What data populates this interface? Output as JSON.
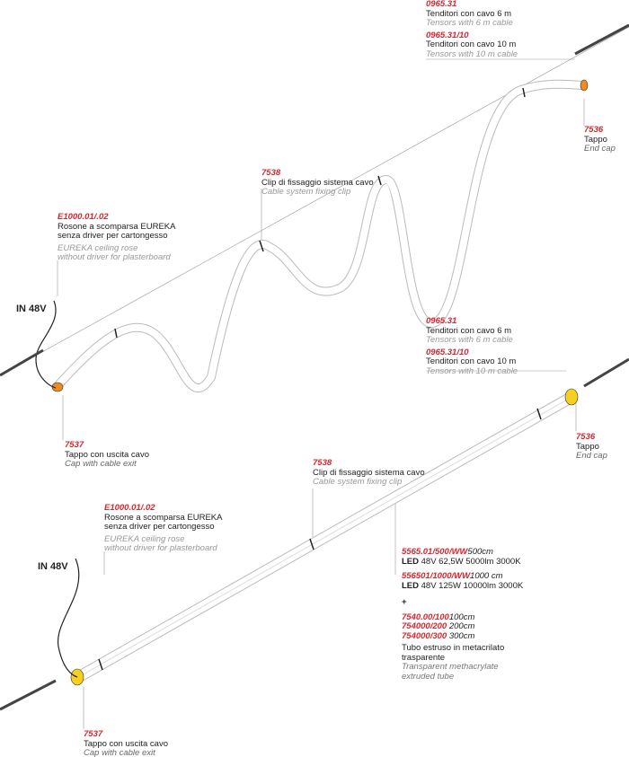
{
  "top": {
    "tensors": {
      "code1": "0965.31",
      "it1": "Tenditori con cavo 6 m",
      "en1": "Tensors with 6 m cable",
      "code2": "0965.31/10",
      "it2": "Tenditori con cavo 10 m",
      "en2": "Tensors with 10 m cable"
    },
    "endcap": {
      "code": "7536",
      "it": "Tappo",
      "en": "End cap"
    },
    "clip": {
      "code": "7538",
      "it": "Clip di fissaggio sistema cavo",
      "en": "Cable system fixing clip"
    },
    "rose": {
      "code": "E1000.01/.02",
      "it1": "Rosone a scomparsa EUREKA",
      "it2": "senza driver per cartongesso",
      "en1": "EUREKA ceiling rose",
      "en2": "without driver for plasterboard"
    },
    "input": "IN 48V",
    "cap_exit": {
      "code": "7537",
      "it": "Tappo con uscita cavo",
      "en": "Cap with cable exit"
    },
    "colors": {
      "cap": "#f08a24"
    }
  },
  "bottom": {
    "tensors": {
      "code1": "0965.31",
      "it1": "Tenditori con cavo 6 m",
      "en1": "Tensors with 6 m cable",
      "code2": "0965.31/10",
      "it2": "Tenditori con cavo 10 m",
      "en2": "Tensors with 10 m cable"
    },
    "endcap": {
      "code": "7536",
      "it": "Tappo",
      "en": "End cap"
    },
    "clip": {
      "code": "7538",
      "it": "Clip di fissaggio sistema cavo",
      "en": "Cable system fixing clip"
    },
    "rose": {
      "code": "E1000.01/.02",
      "it1": "Rosone a scomparsa EUREKA",
      "it2": "senza driver per cartongesso",
      "en1": "EUREKA ceiling rose",
      "en2": "without driver for plasterboard"
    },
    "input": "IN 48V",
    "cap_exit": {
      "code": "7537",
      "it": "Tappo con uscita cavo",
      "en": "Cap with cable exit"
    },
    "led": [
      {
        "code": "5565.01/500/WW",
        "len": "500cm",
        "led": "LED",
        "spec": "48V 62,5W 5000lm 3000K"
      },
      {
        "code": "556501/1000/WW",
        "len": "1000 cm",
        "led": "LED",
        "spec": "48V 125W 10000lm 3000K"
      }
    ],
    "plus": "+",
    "tubes": [
      {
        "code": "7540.00/100",
        "len": "100cm"
      },
      {
        "code": "754000/200",
        "len": "200cm"
      },
      {
        "code": "754000/300",
        "len": "300cm"
      }
    ],
    "tube_it1": "Tubo estruso in metacrilato",
    "tube_it2": "trasparente",
    "tube_en1": "Transparent methacrylate",
    "tube_en2": "extruded tube",
    "colors": {
      "cap": "#f5d020"
    }
  }
}
